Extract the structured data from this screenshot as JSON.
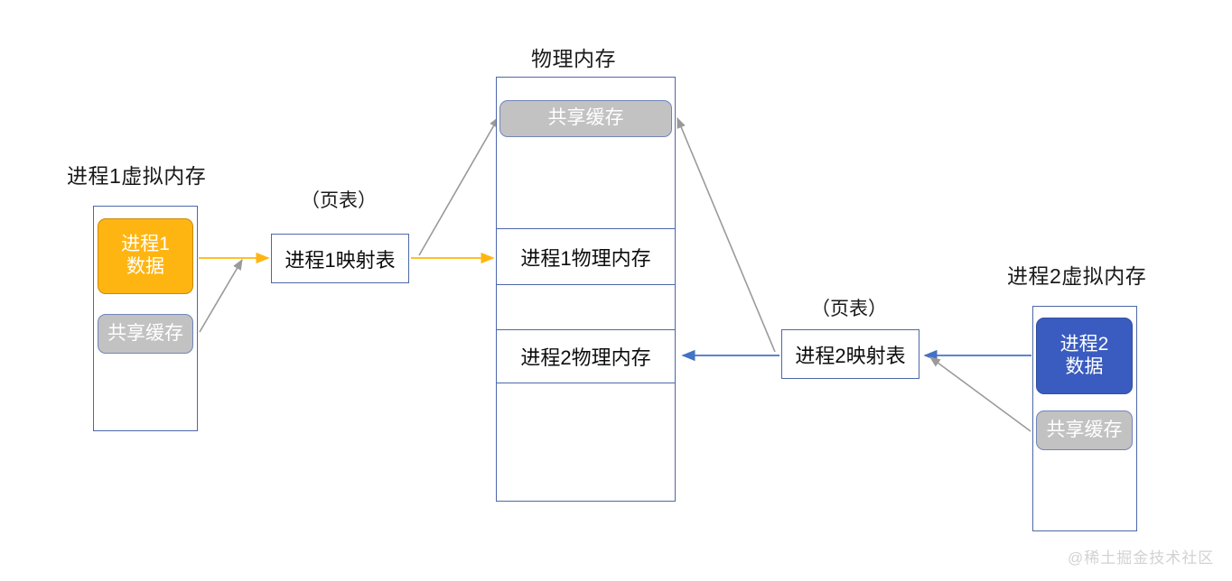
{
  "diagram": {
    "title_process1_virtual": "进程1虚拟内存",
    "title_physical": "物理内存",
    "title_process2_virtual": "进程2虚拟内存",
    "pagetable_caption_1": "（页表）",
    "pagetable_caption_2": "（页表）",
    "watermark": "@稀土掘金技术社区"
  },
  "process1_virtual": {
    "data_block": "进程1\n数据",
    "data_block_line1": "进程1",
    "data_block_line2": "数据",
    "shared_cache": "共享缓存"
  },
  "process2_virtual": {
    "data_block_line1": "进程2",
    "data_block_line2": "数据",
    "shared_cache": "共享缓存"
  },
  "page_tables": {
    "process1": "进程1映射表",
    "process2": "进程2映射表"
  },
  "physical_memory": {
    "shared_cache": "共享缓存",
    "row_process1": "进程1物理内存",
    "row_process2": "进程2物理内存"
  },
  "colors": {
    "process1_data": "#FFB511",
    "process2_data": "#3A5CC0",
    "shared_cache": "#C2C2C2",
    "box_border": "#4D68A8",
    "arrow_orange": "#FFB511",
    "arrow_blue": "#4472C4",
    "arrow_gray": "#9A9A9A",
    "watermark": "#D2D2D2"
  }
}
